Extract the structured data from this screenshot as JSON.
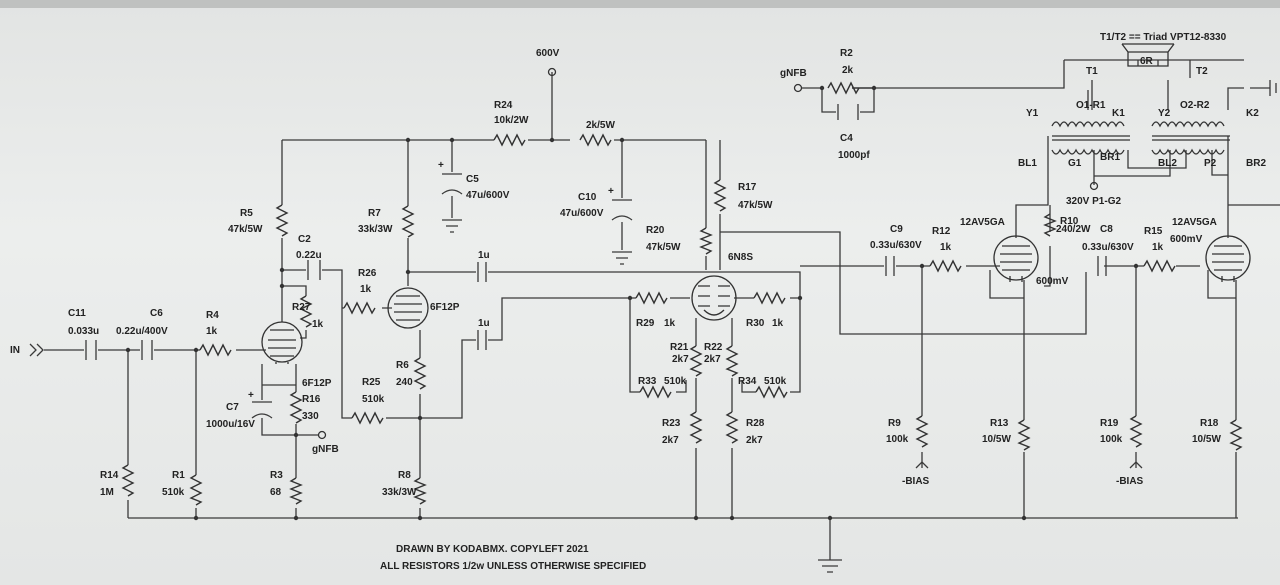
{
  "labels": {
    "in": "IN",
    "v600": "600V",
    "gnfb_top": "gNFB",
    "gnfb_bot": "gNFB",
    "r2": "R2",
    "r2v": "2k",
    "c4": "C4",
    "c4v": "1000pf",
    "r24": "R24",
    "r24v": "10k/2W",
    "r2k5w": "2k/5W",
    "c5": "C5",
    "c5v": "47u/600V",
    "c10": "C10",
    "c10v": "47u/600V",
    "r20": "R20",
    "r20v": "47k/5W",
    "r17": "R17",
    "r17v": "47k/5W",
    "v6n8s": "6N8S",
    "r5": "R5",
    "r5v": "47k/5W",
    "c2": "C2",
    "c2v": "0.22u",
    "r7": "R7",
    "r7v": "33k/3W",
    "r26": "R26",
    "r26v": "1k",
    "v6f12p_b": "6F12P",
    "c1u_a": "1u",
    "c1u_b": "1u",
    "r27": "R27",
    "r27v": "1k",
    "c11": "C11",
    "c11v": "0.033u",
    "c6": "C6",
    "c6v": "0.22u/400V",
    "r4": "R4",
    "r4v": "1k",
    "v6f12p_a": "6F12P",
    "c7": "C7",
    "c7v": "1000u/16V",
    "r16": "R16",
    "r16v": "330",
    "r3": "R3",
    "r3v": "68",
    "r14": "R14",
    "r14v": "1M",
    "r1": "R1",
    "r1v": "510k",
    "r6": "R6",
    "r6v": "240",
    "r25": "R25",
    "r25v": "510k",
    "r8": "R8",
    "r8v": "33k/3W",
    "r29": "R29",
    "r29v": "1k",
    "r30": "R30",
    "r30v": "1k",
    "r21": "R21",
    "r21v": "2k7",
    "r22": "R22",
    "r22v": "2k7",
    "r33": "R33",
    "r33v": "510k",
    "r34": "R34",
    "r34v": "510k",
    "r23": "R23",
    "r23v": "2k7",
    "r28": "R28",
    "r28v": "2k7",
    "c9": "C9",
    "c9v": "0.33u/630V",
    "r12": "R12",
    "r12v": "1k",
    "v12av5ga_a": "12AV5GA",
    "r10": "R10",
    "r10v": "240/2W",
    "mv600_a": "600mV",
    "c8": "C8",
    "c8v": "0.33u/630V",
    "r15": "R15",
    "r15v": "1k",
    "v12av5ga_b": "12AV5GA",
    "mv600_b": "600mV",
    "r9": "R9",
    "r9v": "100k",
    "bias_a": "-BIAS",
    "r13": "R13",
    "r13v": "10/5W",
    "r19": "R19",
    "r19v": "100k",
    "bias_b": "-BIAS",
    "r18": "R18",
    "r18v": "10/5W",
    "xfmr_note": "T1/T2 == Triad VPT12-8330",
    "spk": "6R",
    "t1": "T1",
    "t2": "T2",
    "y1": "Y1",
    "o1r1": "O1-R1",
    "k1": "K1",
    "y2": "Y2",
    "o2r2": "O2-R2",
    "k2": "K2",
    "bl1": "BL1",
    "g1": "G1",
    "br1": "BR1",
    "bl2": "BL2",
    "p2": "P2",
    "br2": "BR2",
    "v320": "320V P1-G2",
    "credit": "DRAWN BY KODABMX. COPYLEFT 2021",
    "note": "ALL RESISTORS 1/2w UNLESS OTHERWISE SPECIFIED"
  },
  "colors": {
    "ink": "#333333",
    "paper": "#e9ebea"
  }
}
